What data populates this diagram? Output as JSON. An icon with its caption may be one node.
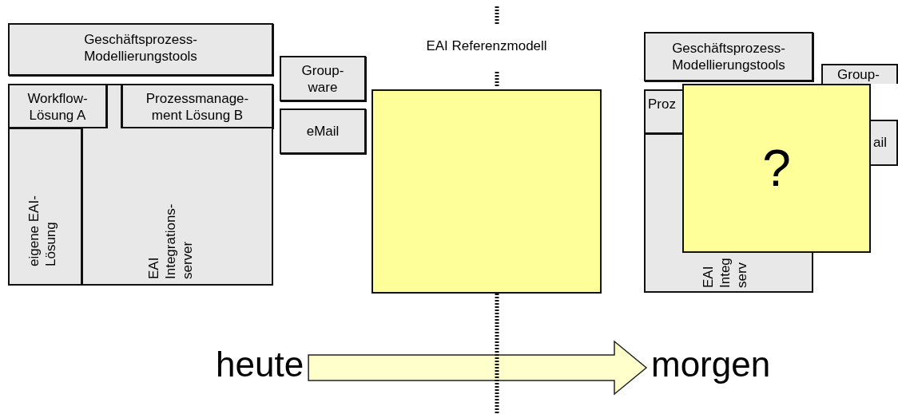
{
  "diagram": {
    "nodes": [
      {
        "text": [
          "Geschäftsprozess- Modellierungstools"
        ]
      },
      {
        "text": [
          "Workflow- Lösung A"
        ]
      },
      {
        "text": [
          "Prozessmanage- ment Lösung B"
        ]
      },
      {
        "text": [
          "eigene EAI- Lösung"
        ]
      },
      {
        "text": [
          "EAI Integrations- server"
        ]
      },
      {
        "text": [
          "Group- ware"
        ]
      },
      {
        "text": [
          "eMail"
        ]
      },
      {
        "text": [
          "EAI Referenzmodell"
        ]
      },
      {
        "text": [
          "Geschäftsprozess- Modellierungstools"
        ]
      },
      {
        "text": [
          "Group-"
        ]
      },
      {
        "text": [
          "Proz"
        ]
      },
      {
        "text": [
          "ail"
        ]
      },
      {
        "text": [
          "EAI Integ serv"
        ]
      },
      {
        "text": [
          "?"
        ]
      },
      {
        "text": [
          "heute"
        ]
      },
      {
        "text": [
          "morgen"
        ]
      }
    ],
    "edges": [
      {
        "from": 14,
        "to": 15,
        "arrow": "to"
      }
    ]
  }
}
